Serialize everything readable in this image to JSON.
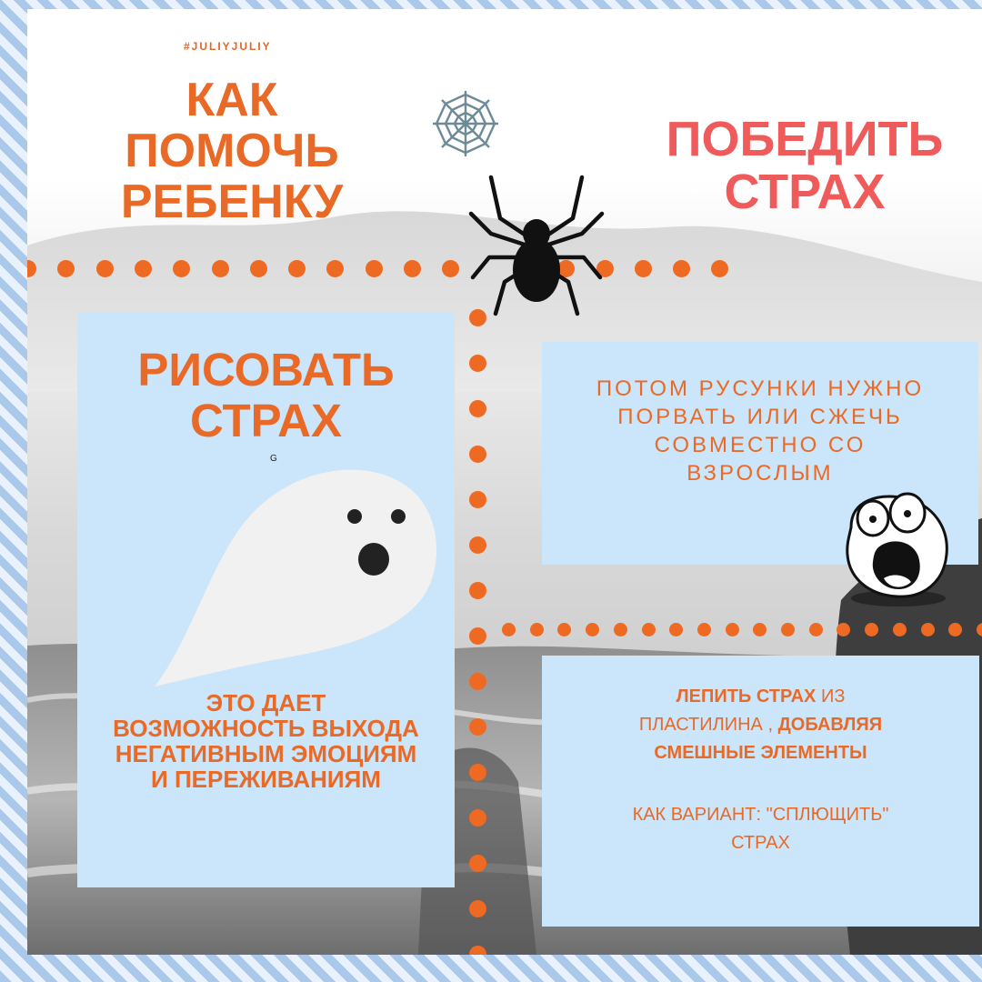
{
  "hashtag": "#JULIYJULIY",
  "title_left": [
    "КАК",
    "ПОМОЧЬ",
    "РЕБЕНКУ"
  ],
  "title_right": [
    "ПОБЕДИТЬ",
    "СТРАХ"
  ],
  "card_draw": {
    "heading": [
      "РИСОВАТЬ",
      "СТРАХ"
    ],
    "small_mark": "G",
    "body": [
      "ЭТО ДАЕТ",
      "ВОЗМОЖНОСТЬ ВЫХОДА",
      "НЕГАТИВНЫМ ЭМОЦИЯМ",
      "И ПЕРЕЖИВАНИЯМ"
    ]
  },
  "card_tear": {
    "text": [
      "ПОТОМ РУСУНКИ НУЖНО",
      "ПОРВАТЬ ИЛИ СЖЕЧЬ",
      "СОВМЕСТНО СО",
      "ВЗРОСЛЫМ"
    ]
  },
  "card_mold": {
    "bold1": "ЛЕПИТЬ СТРАХ",
    "normal1": " ИЗ",
    "normal2": "ПЛАСТИЛИНА , ",
    "bold2": "ДОБАВЛЯЯ",
    "bold3": "СМЕШНЫЕ ЭЛЕМЕНТЫ",
    "variant": [
      "КАК ВАРИАНТ: \"СПЛЮЩИТЬ\"",
      "СТРАХ"
    ]
  },
  "icons": {
    "web": "spider-web-icon",
    "spider": "spider-icon",
    "ghost": "ghost-icon",
    "face": "screaming-face-icon"
  },
  "colors": {
    "orange": "#e96a26",
    "red_title": "#ef5a5a",
    "card_blue": "#cbe5fa",
    "stripe_blue": "#a9c8ea"
  }
}
